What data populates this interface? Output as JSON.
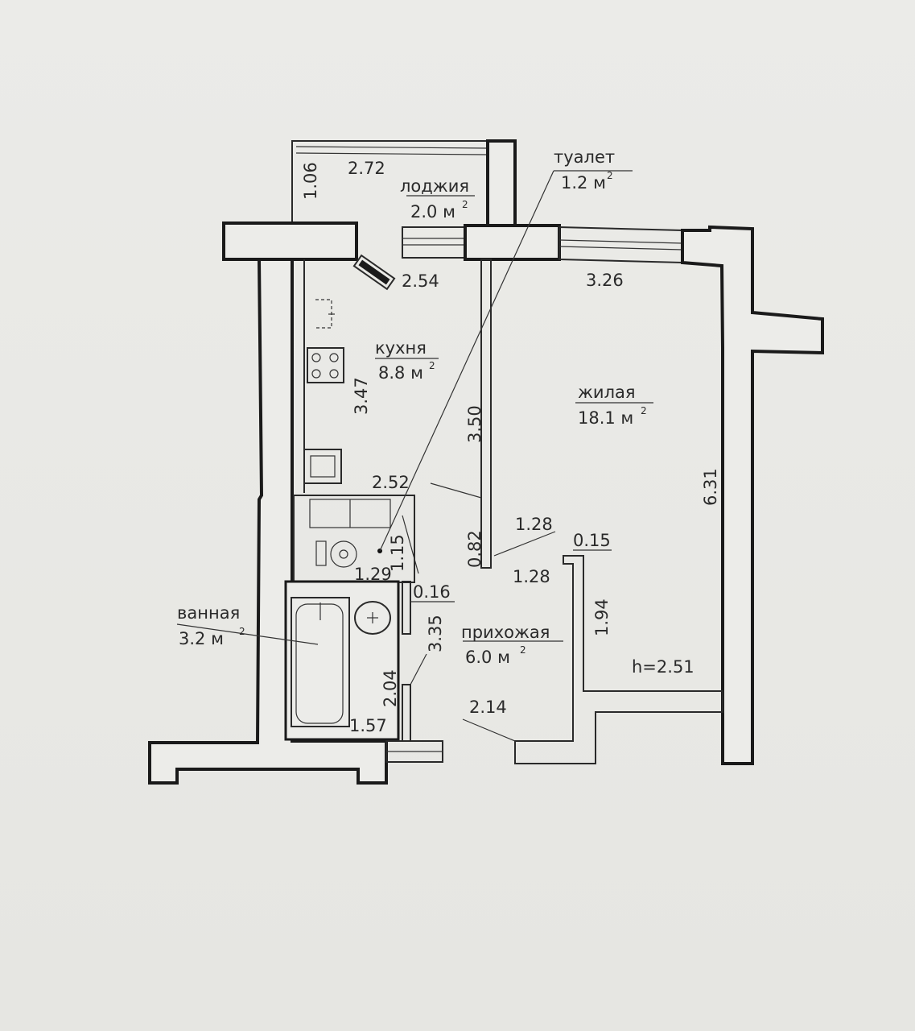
{
  "rooms": {
    "loggia": {
      "name": "лоджия",
      "area": "2.0 м",
      "sq": "2"
    },
    "toilet": {
      "name": "туалет",
      "area": "1.2 м",
      "sq": "2"
    },
    "kitchen": {
      "name": "кухня",
      "area": "8.8 м",
      "sq": "2"
    },
    "living": {
      "name": "жилая",
      "area": "18.1 м",
      "sq": "2"
    },
    "bathroom": {
      "name": "ванная",
      "area": "3.2 м",
      "sq": "2"
    },
    "hallway": {
      "name": "прихожая",
      "area": "6.0 м",
      "sq": "2"
    }
  },
  "dimensions": {
    "loggia_depth": "1.06",
    "loggia_width": "2.72",
    "kitchen_width": "2.54",
    "room_width": "3.26",
    "kitchen_length": "3.47",
    "partition_length": "3.50",
    "room_length": "6.31",
    "kitchen_bottom": "2.52",
    "door_1": "1.28",
    "door_2": "1.28",
    "partition_stub": "0.82",
    "wall_015": "0.15",
    "toilet_depth": "1.15",
    "toilet_width": "1.29",
    "wall_016": "0.16",
    "hall_length": "3.35",
    "hall_wall": "1.94",
    "bath_length": "2.04",
    "bath_width": "1.57",
    "hall_width": "2.14",
    "ceiling_height": "h=2.51"
  }
}
